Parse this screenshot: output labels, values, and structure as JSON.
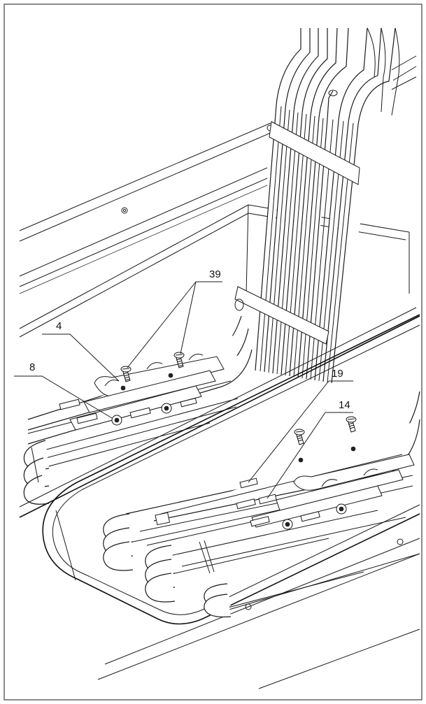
{
  "callouts": {
    "c39": "39",
    "c4": "4",
    "c8": "8",
    "c19": "19",
    "c14": "14"
  }
}
